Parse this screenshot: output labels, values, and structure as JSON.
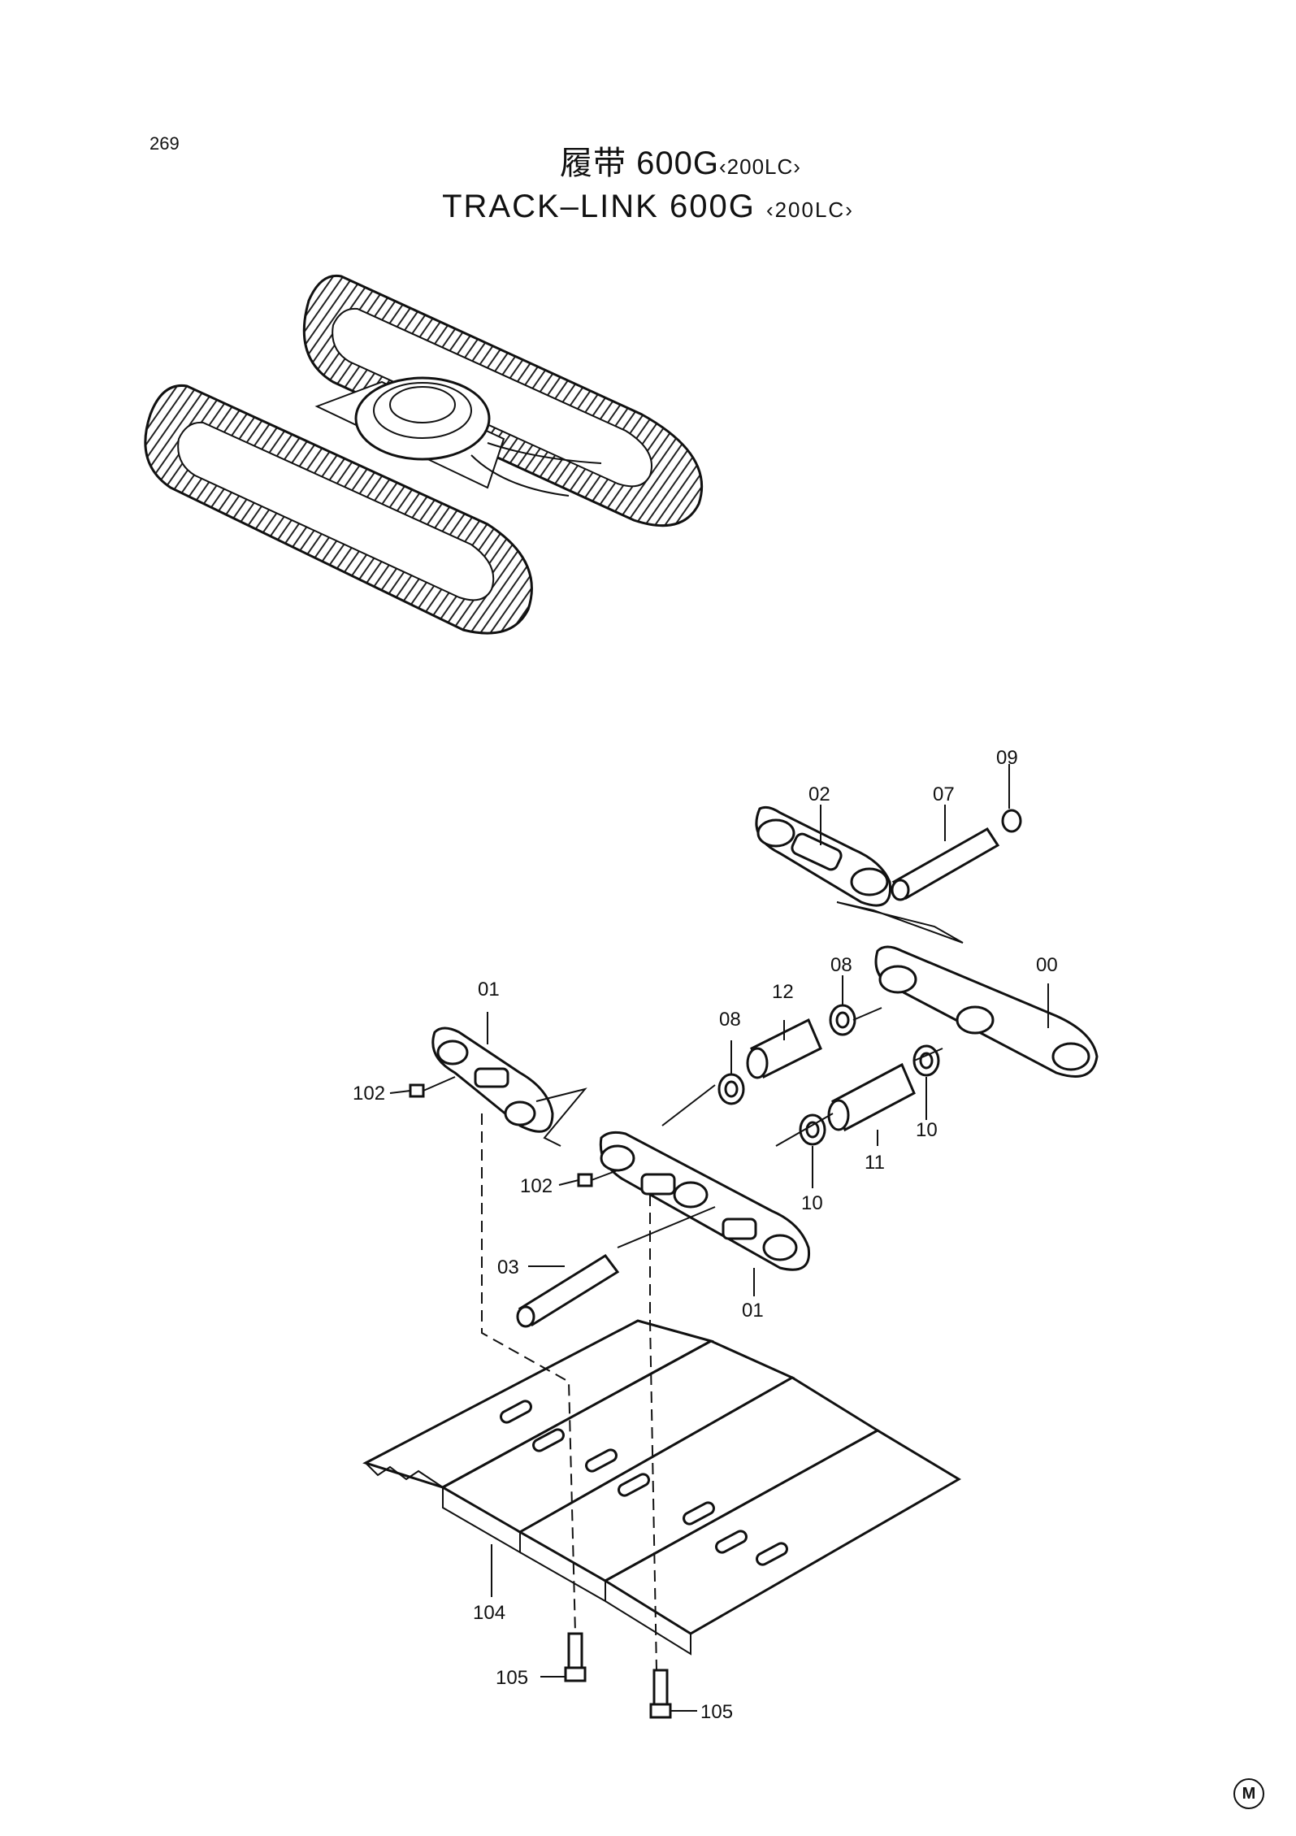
{
  "page_number": "269",
  "title_zh": {
    "main": "履带 600G",
    "suffix": "‹200LC›"
  },
  "title_en": {
    "main": "TRACK–LINK  600G",
    "suffix": "‹200LC›"
  },
  "labels": {
    "l09": "09",
    "l07": "07",
    "l02": "02",
    "l08a": "08",
    "l00": "00",
    "l01a": "01",
    "l12": "12",
    "l08b": "08",
    "l10a": "10",
    "l11": "11",
    "l10b": "10",
    "l102a": "102",
    "l102b": "102",
    "l03": "03",
    "l01b": "01",
    "l104": "104",
    "l105a": "105",
    "l105b": "105"
  },
  "corner_mark": "M"
}
